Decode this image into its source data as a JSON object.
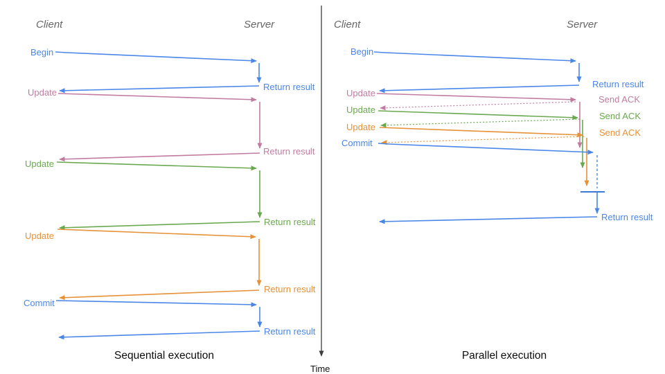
{
  "diagram": {
    "time_label": "Time",
    "colors": {
      "blue": "#4a86e8",
      "pink": "#c27ba0",
      "green": "#6aa84f",
      "orange": "#e69138",
      "sync_bar": "#3c78d8",
      "lane_header": "#666666",
      "time_axis": "#3d3d3d"
    },
    "panels": [
      {
        "id": "sequential",
        "caption": "Sequential execution",
        "client_label": "Client",
        "server_label": "Server",
        "steps": [
          {
            "label": "Begin",
            "response": "Return result"
          },
          {
            "label": "Update",
            "response": "Return result"
          },
          {
            "label": "Update",
            "response": "Return result"
          },
          {
            "label": "Update",
            "response": "Return result"
          },
          {
            "label": "Commit",
            "response": "Return result"
          }
        ]
      },
      {
        "id": "parallel",
        "caption": "Parallel execution",
        "client_label": "Client",
        "server_label": "Server",
        "steps": [
          {
            "label": "Begin",
            "response": "Return result"
          },
          {
            "label": "Update",
            "response": "Send ACK"
          },
          {
            "label": "Update",
            "response": "Send ACK"
          },
          {
            "label": "Update",
            "response": "Send ACK"
          },
          {
            "label": "Commit",
            "response": "Return result"
          }
        ]
      }
    ]
  }
}
